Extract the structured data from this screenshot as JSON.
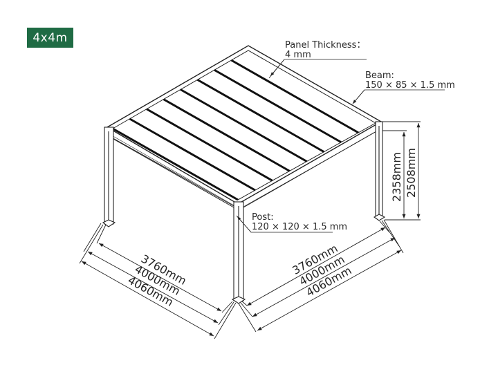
{
  "badge": {
    "label": "4x4m",
    "color": "#1f6b44"
  },
  "callouts": {
    "panel": {
      "title": "Panel Thickness：",
      "value": "4 mm"
    },
    "beam": {
      "title": "Beam:",
      "value": "150 × 85 × 1.5 mm"
    },
    "post": {
      "title": "Post:",
      "value": "120 × 120 × 1.5 mm"
    }
  },
  "dimensions": {
    "left": [
      "3760mm",
      "4000mm",
      "4060mm"
    ],
    "right": [
      "3760mm",
      "4000mm",
      "4060mm"
    ],
    "height": [
      "2358mm",
      "2508mm"
    ]
  },
  "roof": {
    "panel_count": 8
  }
}
